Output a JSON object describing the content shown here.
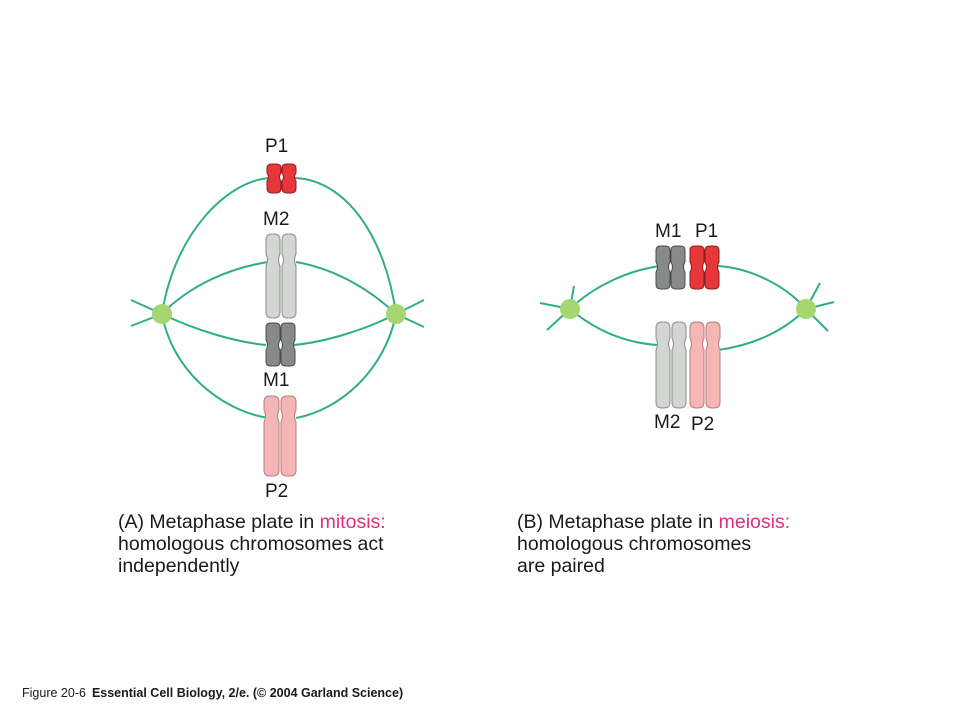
{
  "panel_a": {
    "labels": {
      "p1": "P1",
      "m2": "M2",
      "m1": "M1",
      "p2": "P2"
    },
    "caption": {
      "line1_prefix": "(A) Metaphase plate in ",
      "line1_highlight": "mitosis:",
      "line2": "homologous chromosomes act",
      "line3": "independently"
    }
  },
  "panel_b": {
    "labels": {
      "m1": "M1",
      "p1": "P1",
      "m2": "M2",
      "p2": "P2"
    },
    "caption": {
      "line1_prefix": "(B) Metaphase plate in ",
      "line1_highlight": "meiosis:",
      "line2": "homologous chromosomes",
      "line3": "are paired"
    }
  },
  "footer": {
    "figure_number": "Figure 20-6",
    "source": "Essential Cell Biology, 2/e. (© 2004 Garland Science)"
  },
  "colors": {
    "spindle": "#2fae86",
    "pole": "#a6d672",
    "paternal_1": "#e8373a",
    "paternal_2": "#f4b7b5",
    "maternal_1": "#888a8a",
    "maternal_2": "#d4d6d4",
    "highlight": "#e0307a"
  }
}
